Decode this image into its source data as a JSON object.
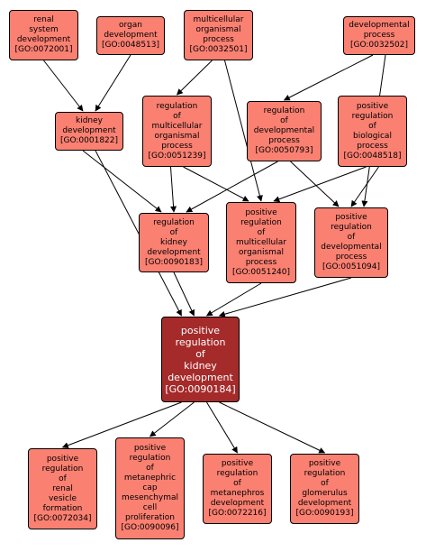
{
  "colors": {
    "node_fill": "#fa8072",
    "focus_fill": "#a52a2a",
    "edge": "#000000",
    "background": "#ffffff"
  },
  "nodes": [
    {
      "id": "GO:0072001",
      "lines": [
        "renal",
        "system",
        "development",
        "[GO:0072001]"
      ]
    },
    {
      "id": "GO:0048513",
      "lines": [
        "organ",
        "development",
        "[GO:0048513]"
      ]
    },
    {
      "id": "GO:0032501",
      "lines": [
        "multicellular",
        "organismal",
        "process",
        "[GO:0032501]"
      ]
    },
    {
      "id": "GO:0032502",
      "lines": [
        "developmental",
        "process",
        "[GO:0032502]"
      ]
    },
    {
      "id": "GO:0001822",
      "lines": [
        "kidney",
        "development",
        "[GO:0001822]"
      ]
    },
    {
      "id": "GO:0051239",
      "lines": [
        "regulation",
        "of",
        "multicellular",
        "organismal",
        "process",
        "[GO:0051239]"
      ]
    },
    {
      "id": "GO:0050793",
      "lines": [
        "regulation",
        "of",
        "developmental",
        "process",
        "[GO:0050793]"
      ]
    },
    {
      "id": "GO:0048518",
      "lines": [
        "positive",
        "regulation",
        "of",
        "biological",
        "process",
        "[GO:0048518]"
      ]
    },
    {
      "id": "GO:0090183",
      "lines": [
        "regulation",
        "of",
        "kidney",
        "development",
        "[GO:0090183]"
      ]
    },
    {
      "id": "GO:0051240",
      "lines": [
        "positive",
        "regulation",
        "of",
        "multicellular",
        "organismal",
        "process",
        "[GO:0051240]"
      ]
    },
    {
      "id": "GO:0051094",
      "lines": [
        "positive",
        "regulation",
        "of",
        "developmental",
        "process",
        "[GO:0051094]"
      ]
    },
    {
      "id": "GO:0090184",
      "focus": true,
      "lines": [
        "positive",
        "regulation",
        "of",
        "kidney",
        "development",
        "[GO:0090184]"
      ]
    },
    {
      "id": "GO:0072034",
      "lines": [
        "positive",
        "regulation",
        "of",
        "renal",
        "vesicle",
        "formation",
        "[GO:0072034]"
      ]
    },
    {
      "id": "GO:0090096",
      "lines": [
        "positive",
        "regulation",
        "of",
        "metanephric",
        "cap",
        "mesenchymal",
        "cell",
        "proliferation",
        "[GO:0090096]"
      ]
    },
    {
      "id": "GO:0072216",
      "lines": [
        "positive",
        "regulation",
        "of",
        "metanephros",
        "development",
        "[GO:0072216]"
      ]
    },
    {
      "id": "GO:0090193",
      "lines": [
        "positive",
        "regulation",
        "of",
        "glomerulus",
        "development",
        "[GO:0090193]"
      ]
    }
  ],
  "edges": [
    [
      "GO:0072001",
      "GO:0001822"
    ],
    [
      "GO:0048513",
      "GO:0001822"
    ],
    [
      "GO:0032501",
      "GO:0051239"
    ],
    [
      "GO:0032501",
      "GO:0051240"
    ],
    [
      "GO:0032502",
      "GO:0050793"
    ],
    [
      "GO:0032502",
      "GO:0051094"
    ],
    [
      "GO:0001822",
      "GO:0090183"
    ],
    [
      "GO:0001822",
      "GO:0090184"
    ],
    [
      "GO:0051239",
      "GO:0090183"
    ],
    [
      "GO:0051239",
      "GO:0051240"
    ],
    [
      "GO:0050793",
      "GO:0090183"
    ],
    [
      "GO:0050793",
      "GO:0051094"
    ],
    [
      "GO:0048518",
      "GO:0051240"
    ],
    [
      "GO:0048518",
      "GO:0051094"
    ],
    [
      "GO:0090183",
      "GO:0090184"
    ],
    [
      "GO:0051240",
      "GO:0090184"
    ],
    [
      "GO:0051094",
      "GO:0090184"
    ],
    [
      "GO:0090184",
      "GO:0072034"
    ],
    [
      "GO:0090184",
      "GO:0090096"
    ],
    [
      "GO:0090184",
      "GO:0072216"
    ],
    [
      "GO:0090184",
      "GO:0090193"
    ]
  ]
}
